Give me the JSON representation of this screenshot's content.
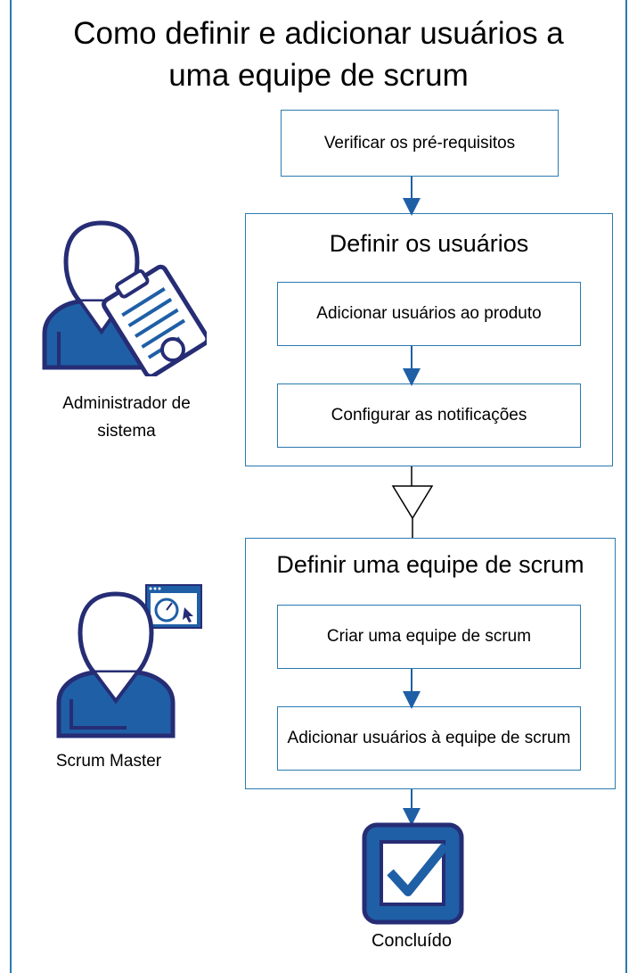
{
  "title": {
    "line1": "Como definir e adicionar usuários a",
    "line2": "uma equipe de scrum"
  },
  "steps": {
    "prerequisites": "Verificar os pré-requisitos",
    "define_users_group": "Definir os usuários",
    "add_users_product": "Adicionar usuários ao produto",
    "configure_notifications": "Configurar as notificações",
    "define_team_group": "Definir uma equipe de scrum",
    "create_team": "Criar uma equipe de scrum",
    "add_users_team": "Adicionar usuários à equipe de scrum",
    "done": "Concluído"
  },
  "roles": {
    "sysadmin": "Administrador de sistema",
    "scrum_master": "Scrum Master"
  },
  "icons": {
    "sysadmin": "admin-clipboard-person-icon",
    "scrum_master": "scrum-master-person-icon",
    "dashboard": "dashboard-window-icon",
    "done": "checkbox-checked-icon"
  },
  "colors": {
    "accent": "#1f5fa6",
    "border": "#2a7ab0",
    "icon_dark": "#262d75"
  }
}
